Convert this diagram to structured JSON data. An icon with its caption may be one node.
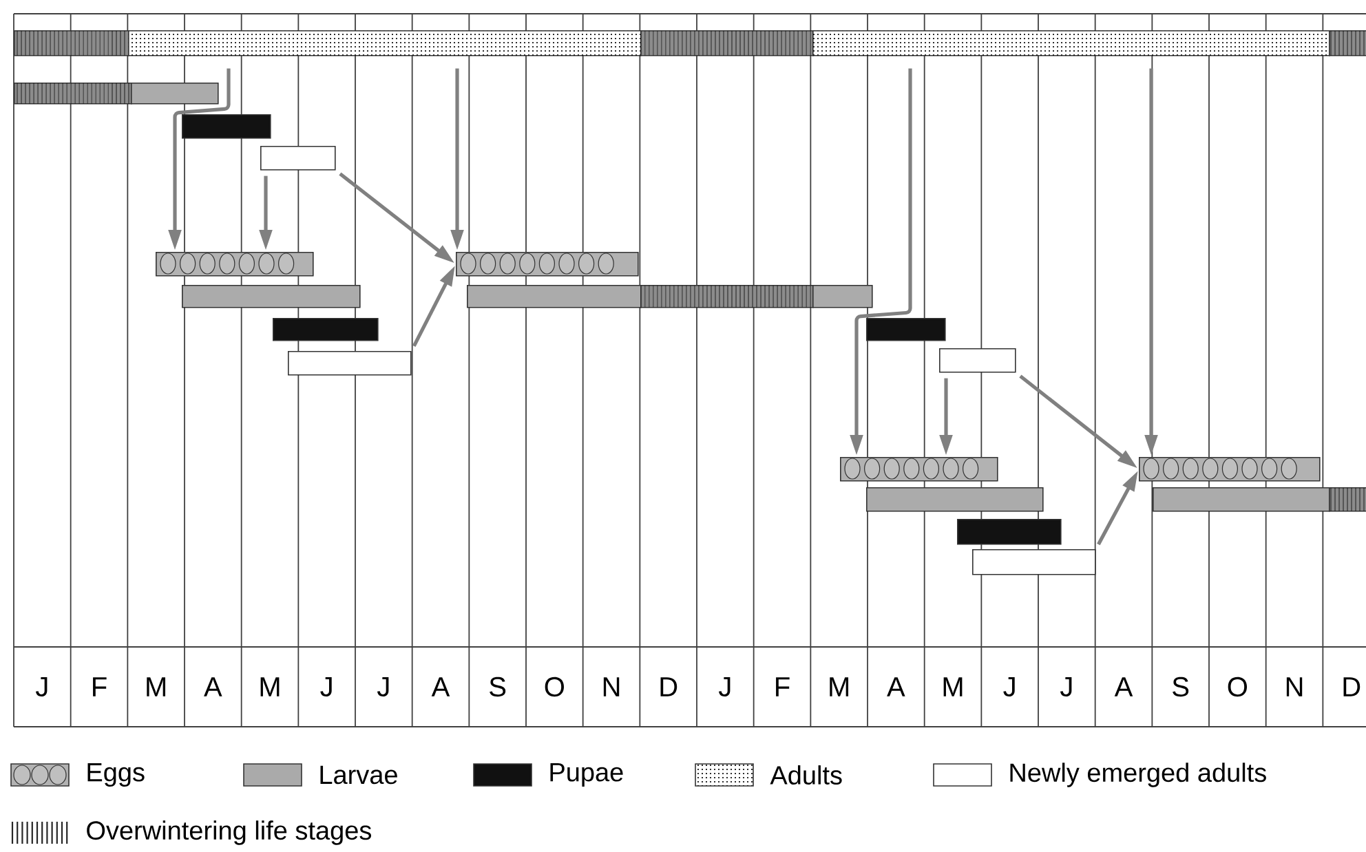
{
  "diagram": {
    "nodes": [
      {
        "text": [],
        "shape": "bar"
      },
      {
        "text": [],
        "shape": "bar"
      },
      {
        "text": [],
        "shape": "bar"
      },
      {
        "text": [],
        "shape": "bar"
      },
      {
        "text": [],
        "shape": "bar"
      },
      {
        "text": [],
        "shape": "bar"
      },
      {
        "text": [],
        "shape": "bar"
      },
      {
        "text": [],
        "shape": "bar"
      },
      {
        "text": [],
        "shape": "bar"
      },
      {
        "text": [],
        "shape": "bar"
      },
      {
        "text": [],
        "shape": "bar"
      },
      {
        "text": [],
        "shape": "bar"
      },
      {
        "text": [],
        "shape": "bar"
      },
      {
        "text": [],
        "shape": "bar"
      },
      {
        "text": [],
        "shape": "bar"
      },
      {
        "text": [],
        "shape": "bar"
      },
      {
        "text": [],
        "shape": "bar"
      },
      {
        "text": [],
        "shape": "bar"
      },
      {
        "text": [],
        "shape": "bar"
      },
      {
        "text": [],
        "shape": "bar"
      },
      {
        "text": [],
        "shape": "bar"
      },
      {
        "text": [],
        "shape": "bar"
      },
      {
        "text": [],
        "shape": "bar"
      },
      {
        "text": [],
        "shape": "bar"
      },
      {
        "text": [],
        "shape": "bar"
      },
      {
        "text": [],
        "shape": "bar"
      }
    ],
    "edges": [
      {
        "from": 1,
        "to": 9,
        "arrow": "to"
      },
      {
        "from": 8,
        "to": 9,
        "arrow": "to"
      },
      {
        "from": 8,
        "to": 10,
        "arrow": "to"
      },
      {
        "from": 1,
        "to": 10,
        "arrow": "to"
      },
      {
        "from": 17,
        "to": 10,
        "arrow": "to"
      },
      {
        "from": 3,
        "to": 19,
        "arrow": "to"
      },
      {
        "from": 18,
        "to": 19,
        "arrow": "to"
      },
      {
        "from": 18,
        "to": 20,
        "arrow": "to"
      },
      {
        "from": 3,
        "to": 20,
        "arrow": "to"
      },
      {
        "from": 25,
        "to": 20,
        "arrow": "to"
      }
    ],
    "labels": [
      "J",
      "F",
      "M",
      "A",
      "M",
      "J",
      "J",
      "A",
      "S",
      "O",
      "N",
      "D",
      "J",
      "F",
      "M",
      "A",
      "M",
      "J",
      "J",
      "A",
      "S",
      "O",
      "N",
      "D"
    ],
    "legend": [
      {
        "text": "Eggs"
      },
      {
        "text": "Larvae",
        "color": "#aaaaaa"
      },
      {
        "text": "Pupae",
        "color": "#111111"
      },
      {
        "text": "Adults"
      },
      {
        "text": "Newly emerged adults"
      },
      {
        "text": "Overwintering life stages"
      }
    ]
  }
}
